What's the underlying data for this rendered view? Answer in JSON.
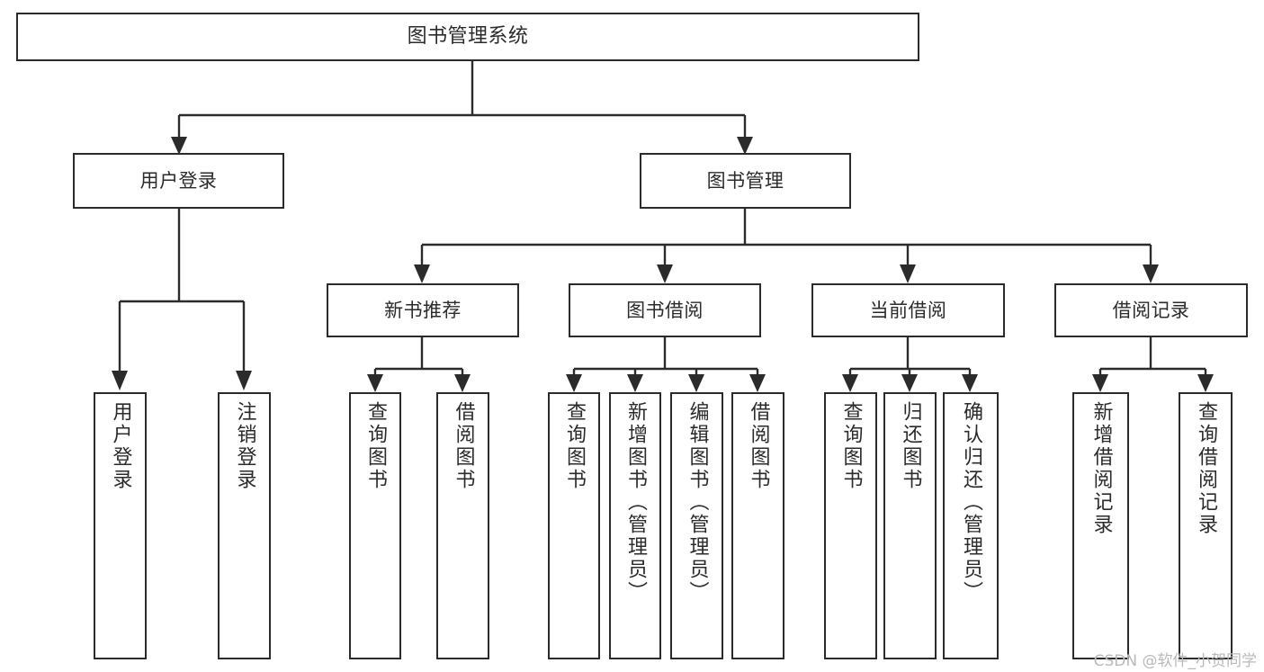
{
  "diagram": {
    "type": "hierarchy-tree",
    "title": "图书管理系统",
    "orientation": "top-down",
    "box_fill": "#ffffff",
    "box_stroke": "#2b2b2b",
    "text_color": "#2b2b2b",
    "levels": 4
  },
  "root": {
    "label": "图书管理系统"
  },
  "level2": [
    {
      "label": "用户登录"
    },
    {
      "label": "图书管理"
    }
  ],
  "level3": [
    {
      "label": "新书推荐"
    },
    {
      "label": "图书借阅"
    },
    {
      "label": "当前借阅"
    },
    {
      "label": "借阅记录"
    }
  ],
  "leaves": {
    "user_login": [
      {
        "label": "用户登录"
      },
      {
        "label": "注销登录"
      }
    ],
    "new_book_recommend": [
      {
        "label": "查询图书"
      },
      {
        "label": "借阅图书"
      }
    ],
    "book_borrow": [
      {
        "label": "查询图书"
      },
      {
        "label": "新增图书（管理员）"
      },
      {
        "label": "编辑图书（管理员）"
      },
      {
        "label": "借阅图书"
      }
    ],
    "current_borrow": [
      {
        "label": "查询图书"
      },
      {
        "label": "归还图书"
      },
      {
        "label": "确认归还（管理员）"
      }
    ],
    "borrow_record": [
      {
        "label": "新增借阅记录"
      },
      {
        "label": "查询借阅记录"
      }
    ]
  },
  "watermark": {
    "text": "CSDN @软件_小贺同学"
  }
}
